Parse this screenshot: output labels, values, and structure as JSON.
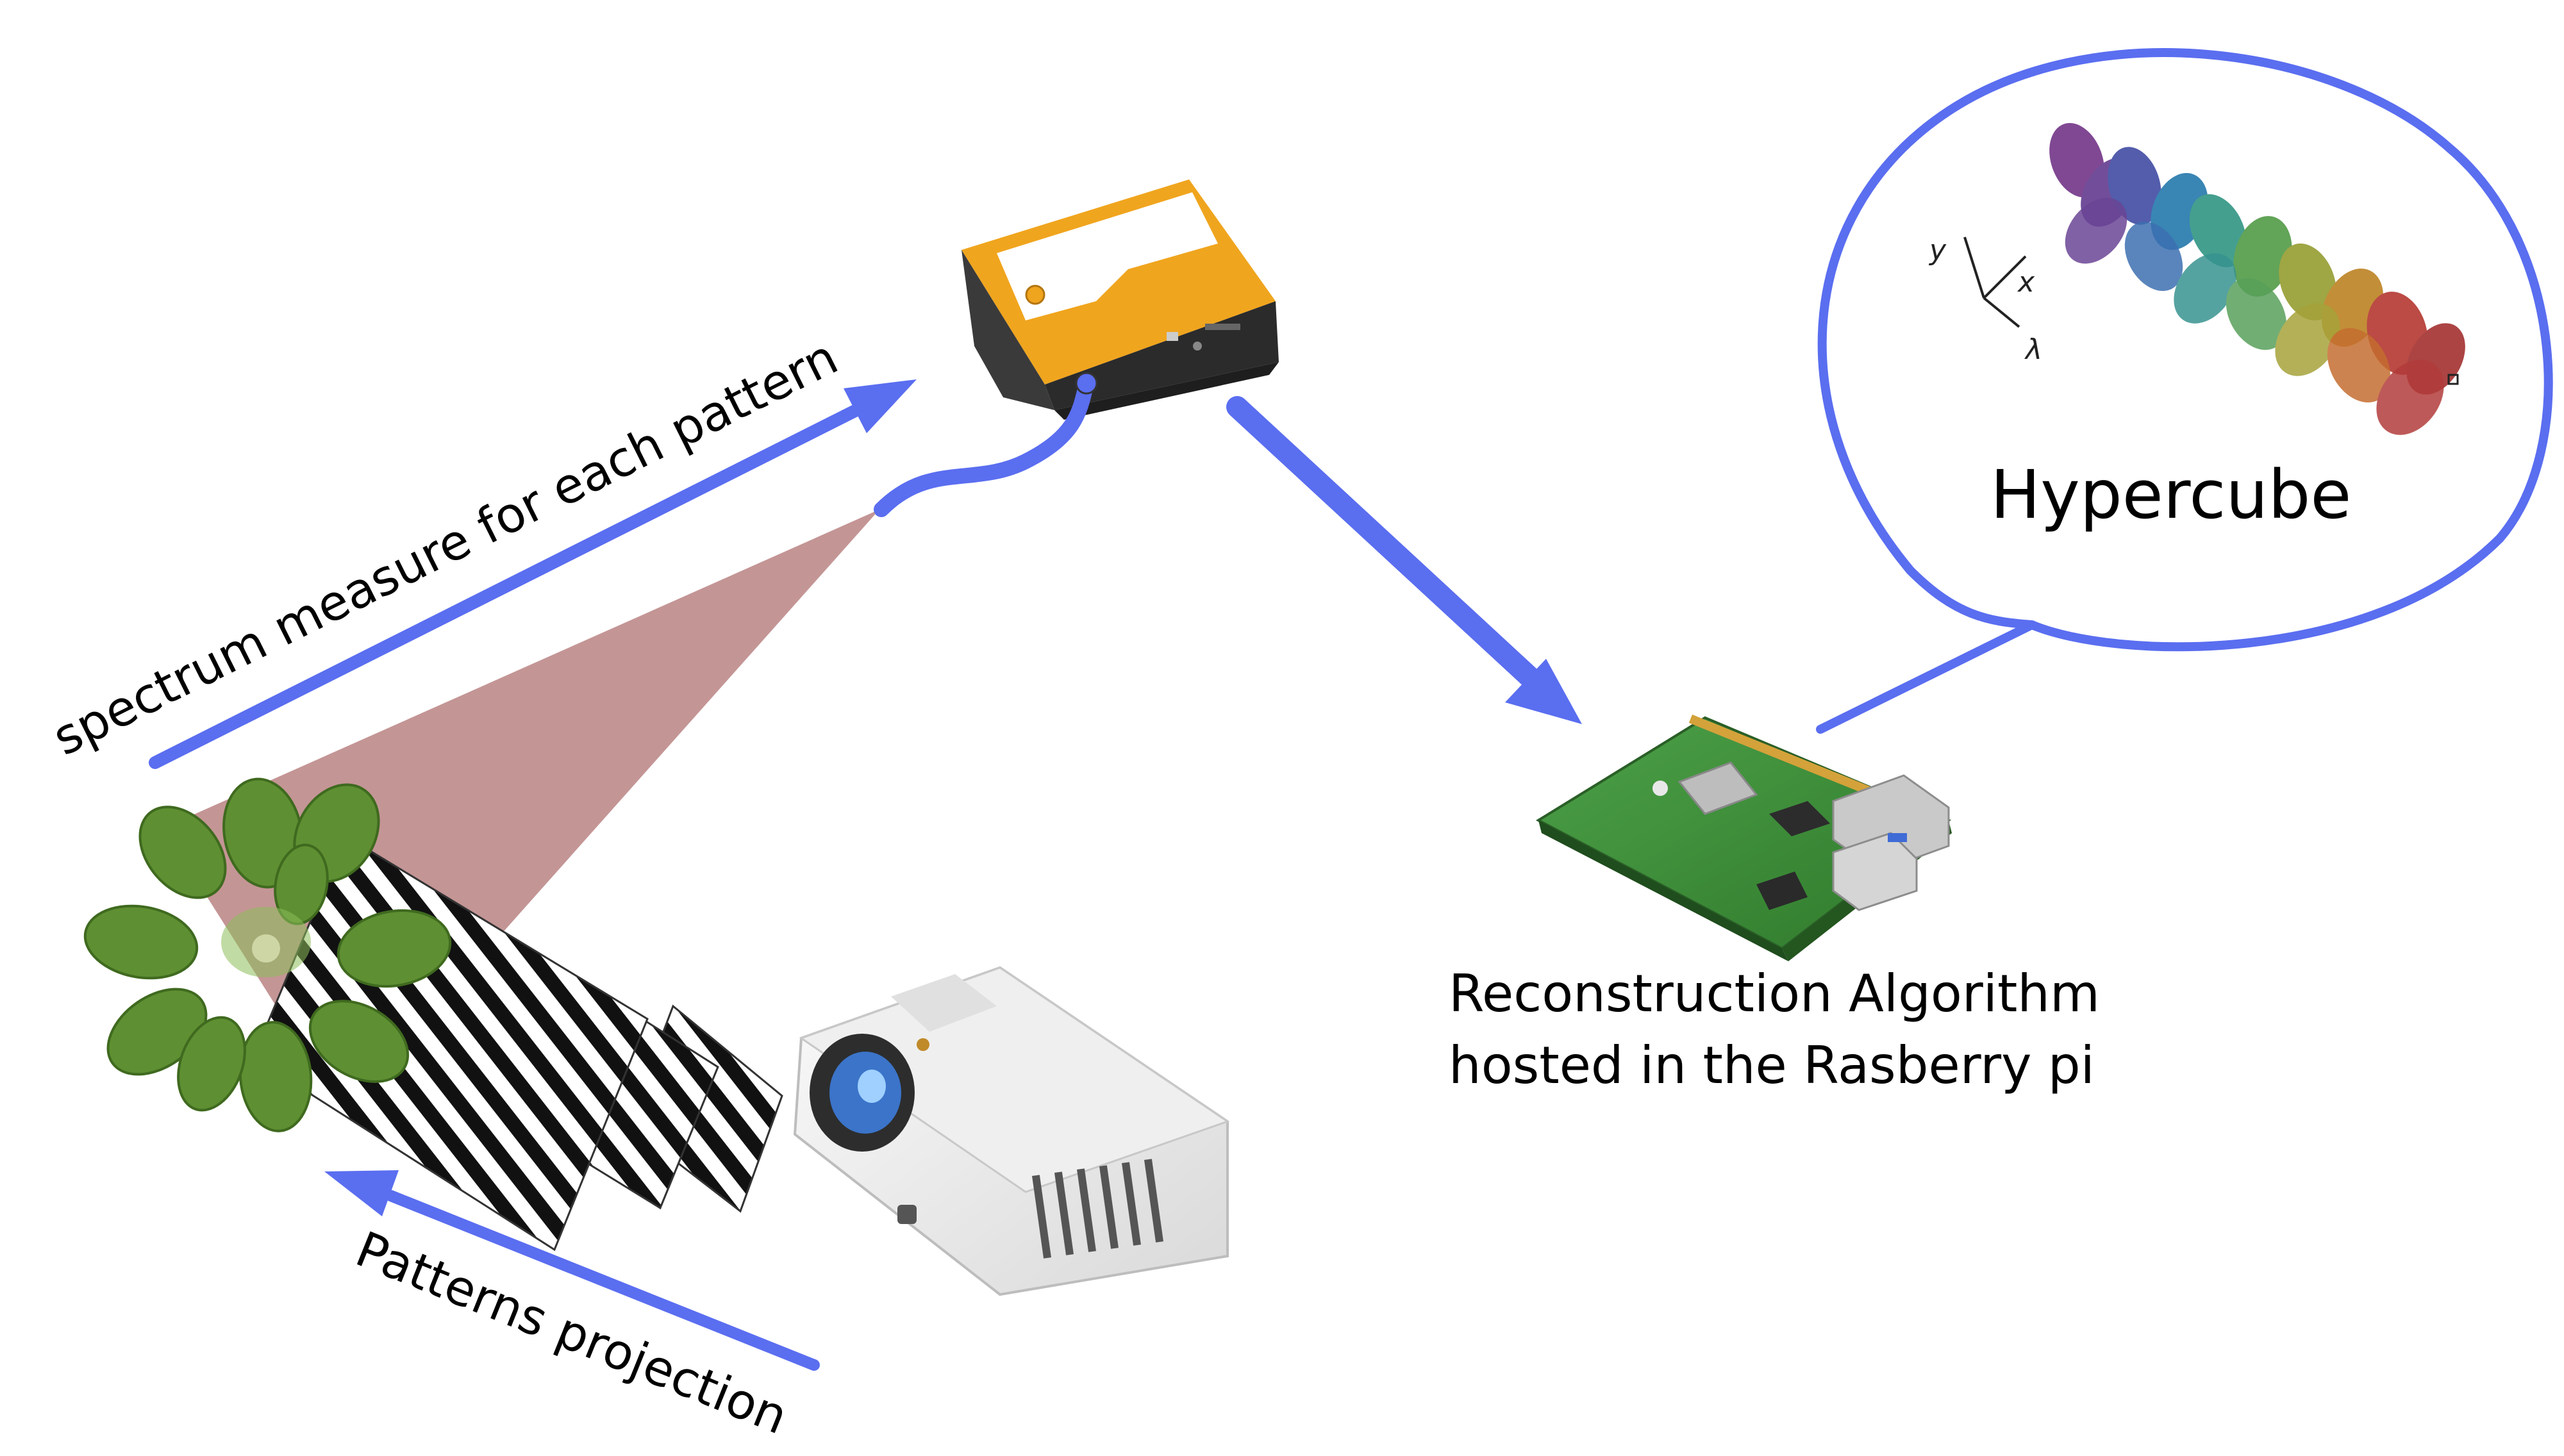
{
  "labels": {
    "spectrum": "spectrum measure for each pattern",
    "projection": "Patterns projection",
    "recon_line1": "Reconstruction Algorithm",
    "recon_line2": "hosted in the Rasberry pi",
    "hypercube": "Hypercube"
  },
  "axes": {
    "y": "y",
    "x": "x",
    "lambda": "λ"
  },
  "icons": [
    "plant-image",
    "fringe-pattern-image",
    "spectrometer-image",
    "optical-fiber",
    "projector-image",
    "raspberry-pi-image",
    "hypercube-image",
    "speech-bubble"
  ],
  "colors": {
    "arrow": "#5a6ef0",
    "bubble": "#5a6ef0",
    "beam": "#bf8c8c",
    "spectrometer_orange": "#f0a51e",
    "board_green": "#3f8f3a",
    "plant_green": "#5e8f32"
  },
  "hypercube_slice_colors": [
    "#7a3f8e",
    "#4a55a8",
    "#2f7fb0",
    "#3a9a8a",
    "#5aa050",
    "#9aa23a",
    "#c0882e",
    "#b8423a"
  ]
}
